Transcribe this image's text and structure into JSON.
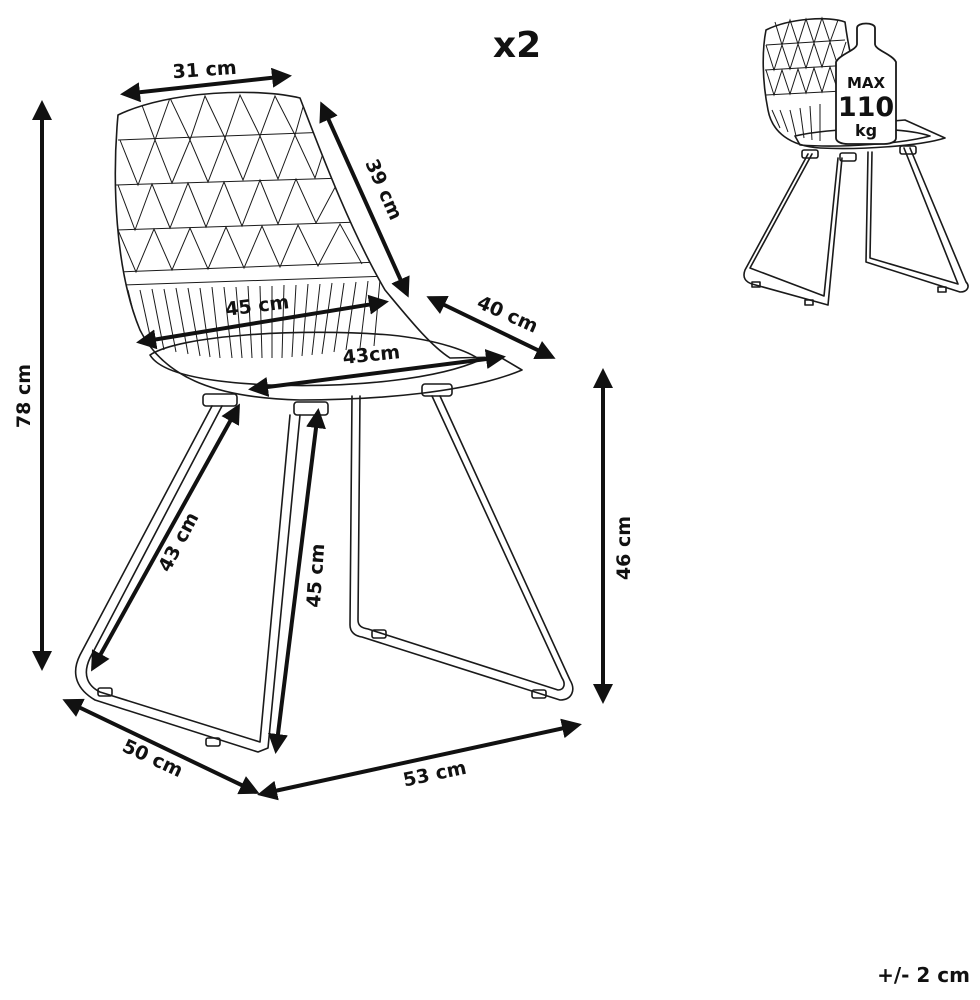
{
  "quantity_label": "x2",
  "dimensions": {
    "back_width": "31 cm",
    "back_height": "39 cm",
    "seat_width_back": "45 cm",
    "seat_depth": "40 cm",
    "seat_width_front": "43cm",
    "total_height": "78 cm",
    "leg_front": "43 cm",
    "leg_side": "45 cm",
    "seat_height": "46 cm",
    "base_depth": "50 cm",
    "base_width": "53 cm"
  },
  "capacity": {
    "max_label": "MAX",
    "value": "110",
    "unit": "kg"
  },
  "tolerance": "+/- 2 cm"
}
